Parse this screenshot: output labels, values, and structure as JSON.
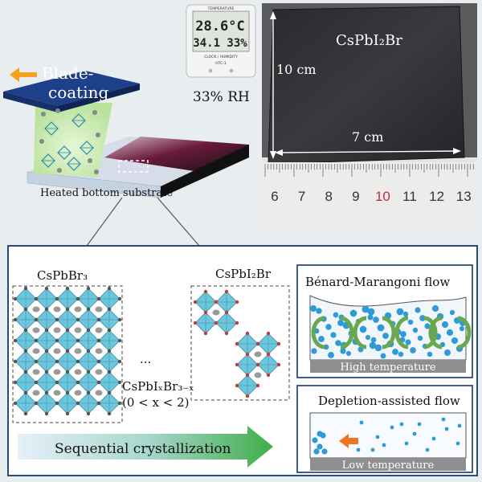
{
  "top_left": {
    "blade_label_line1": "Blade-",
    "blade_label_line2": "coating",
    "substrate_label": "Heated bottom substrate",
    "humidity_label": "33% RH",
    "hygrometer": {
      "header": "TEMPERATURE",
      "temp_reading": "28.6°C",
      "humidity_reading": "34.1 33%",
      "footer": "CLOCK / HUMIDITY",
      "model": "HTC-1"
    }
  },
  "photo": {
    "sample_label": "CsPbI₂Br",
    "height_label": "10 cm",
    "width_label": "7 cm",
    "ruler_numbers": [
      "6",
      "7",
      "8",
      "9",
      "10",
      "11",
      "12",
      "13"
    ]
  },
  "bottom": {
    "left_structure_label": "CsPbBr₃",
    "right_structure_label": "CsPbI₂Br",
    "ellipsis": "...",
    "mixed_formula": "CsPbIₓBr₃₋ₓ",
    "mixed_range": "(0 < x < 2)",
    "arrow_label": "Sequential crystallization",
    "flow1_title": "Bénard-Marangoni flow",
    "flow1_bar": "High temperature",
    "flow2_title": "Depletion-assisted flow",
    "flow2_bar": "Low temperature"
  },
  "colors": {
    "blade": "#1e3f8a",
    "octahedron": "#6cc6dc",
    "blue_dot": "#2e9ad6",
    "green_flow": "#6aa84f",
    "orange_arrow": "#ee7622",
    "gray_bar": "#8f8f8f",
    "panel_border": "#2a4c7a"
  }
}
